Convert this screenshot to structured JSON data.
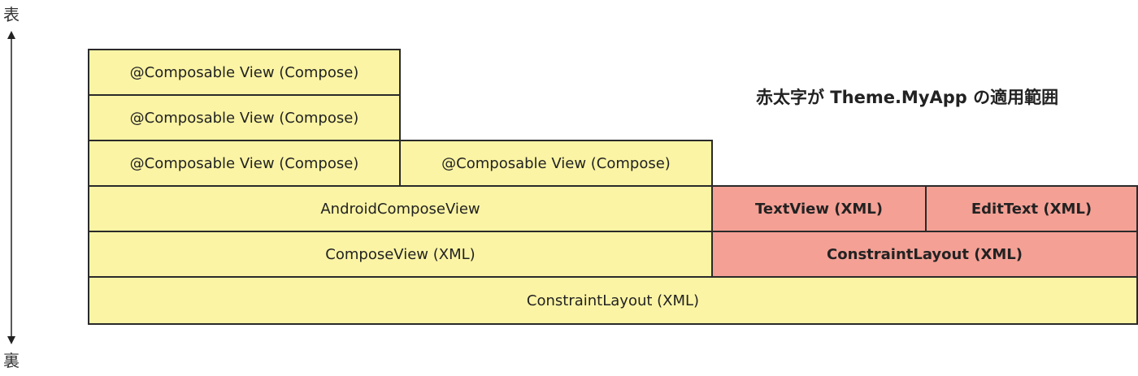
{
  "axis": {
    "top_label": "表",
    "bottom_label": "裏"
  },
  "note": "赤太字が Theme.MyApp の適用範囲",
  "blocks": {
    "composable_1": "@Composable View (Compose)",
    "composable_2": "@Composable View (Compose)",
    "composable_3": "@Composable View (Compose)",
    "composable_4": "@Composable View (Compose)",
    "android_compose_view": "AndroidComposeView",
    "compose_view": "ComposeView (XML)",
    "constraint_layout_root": "ConstraintLayout (XML)",
    "text_view": "TextView (XML)",
    "edit_text": "EditText (XML)",
    "constraint_layout_inner": "ConstraintLayout (XML)"
  },
  "colors": {
    "compose_fill": "#fbf4a4",
    "theme_fill": "#f4a095",
    "border": "#2a2a2a"
  }
}
